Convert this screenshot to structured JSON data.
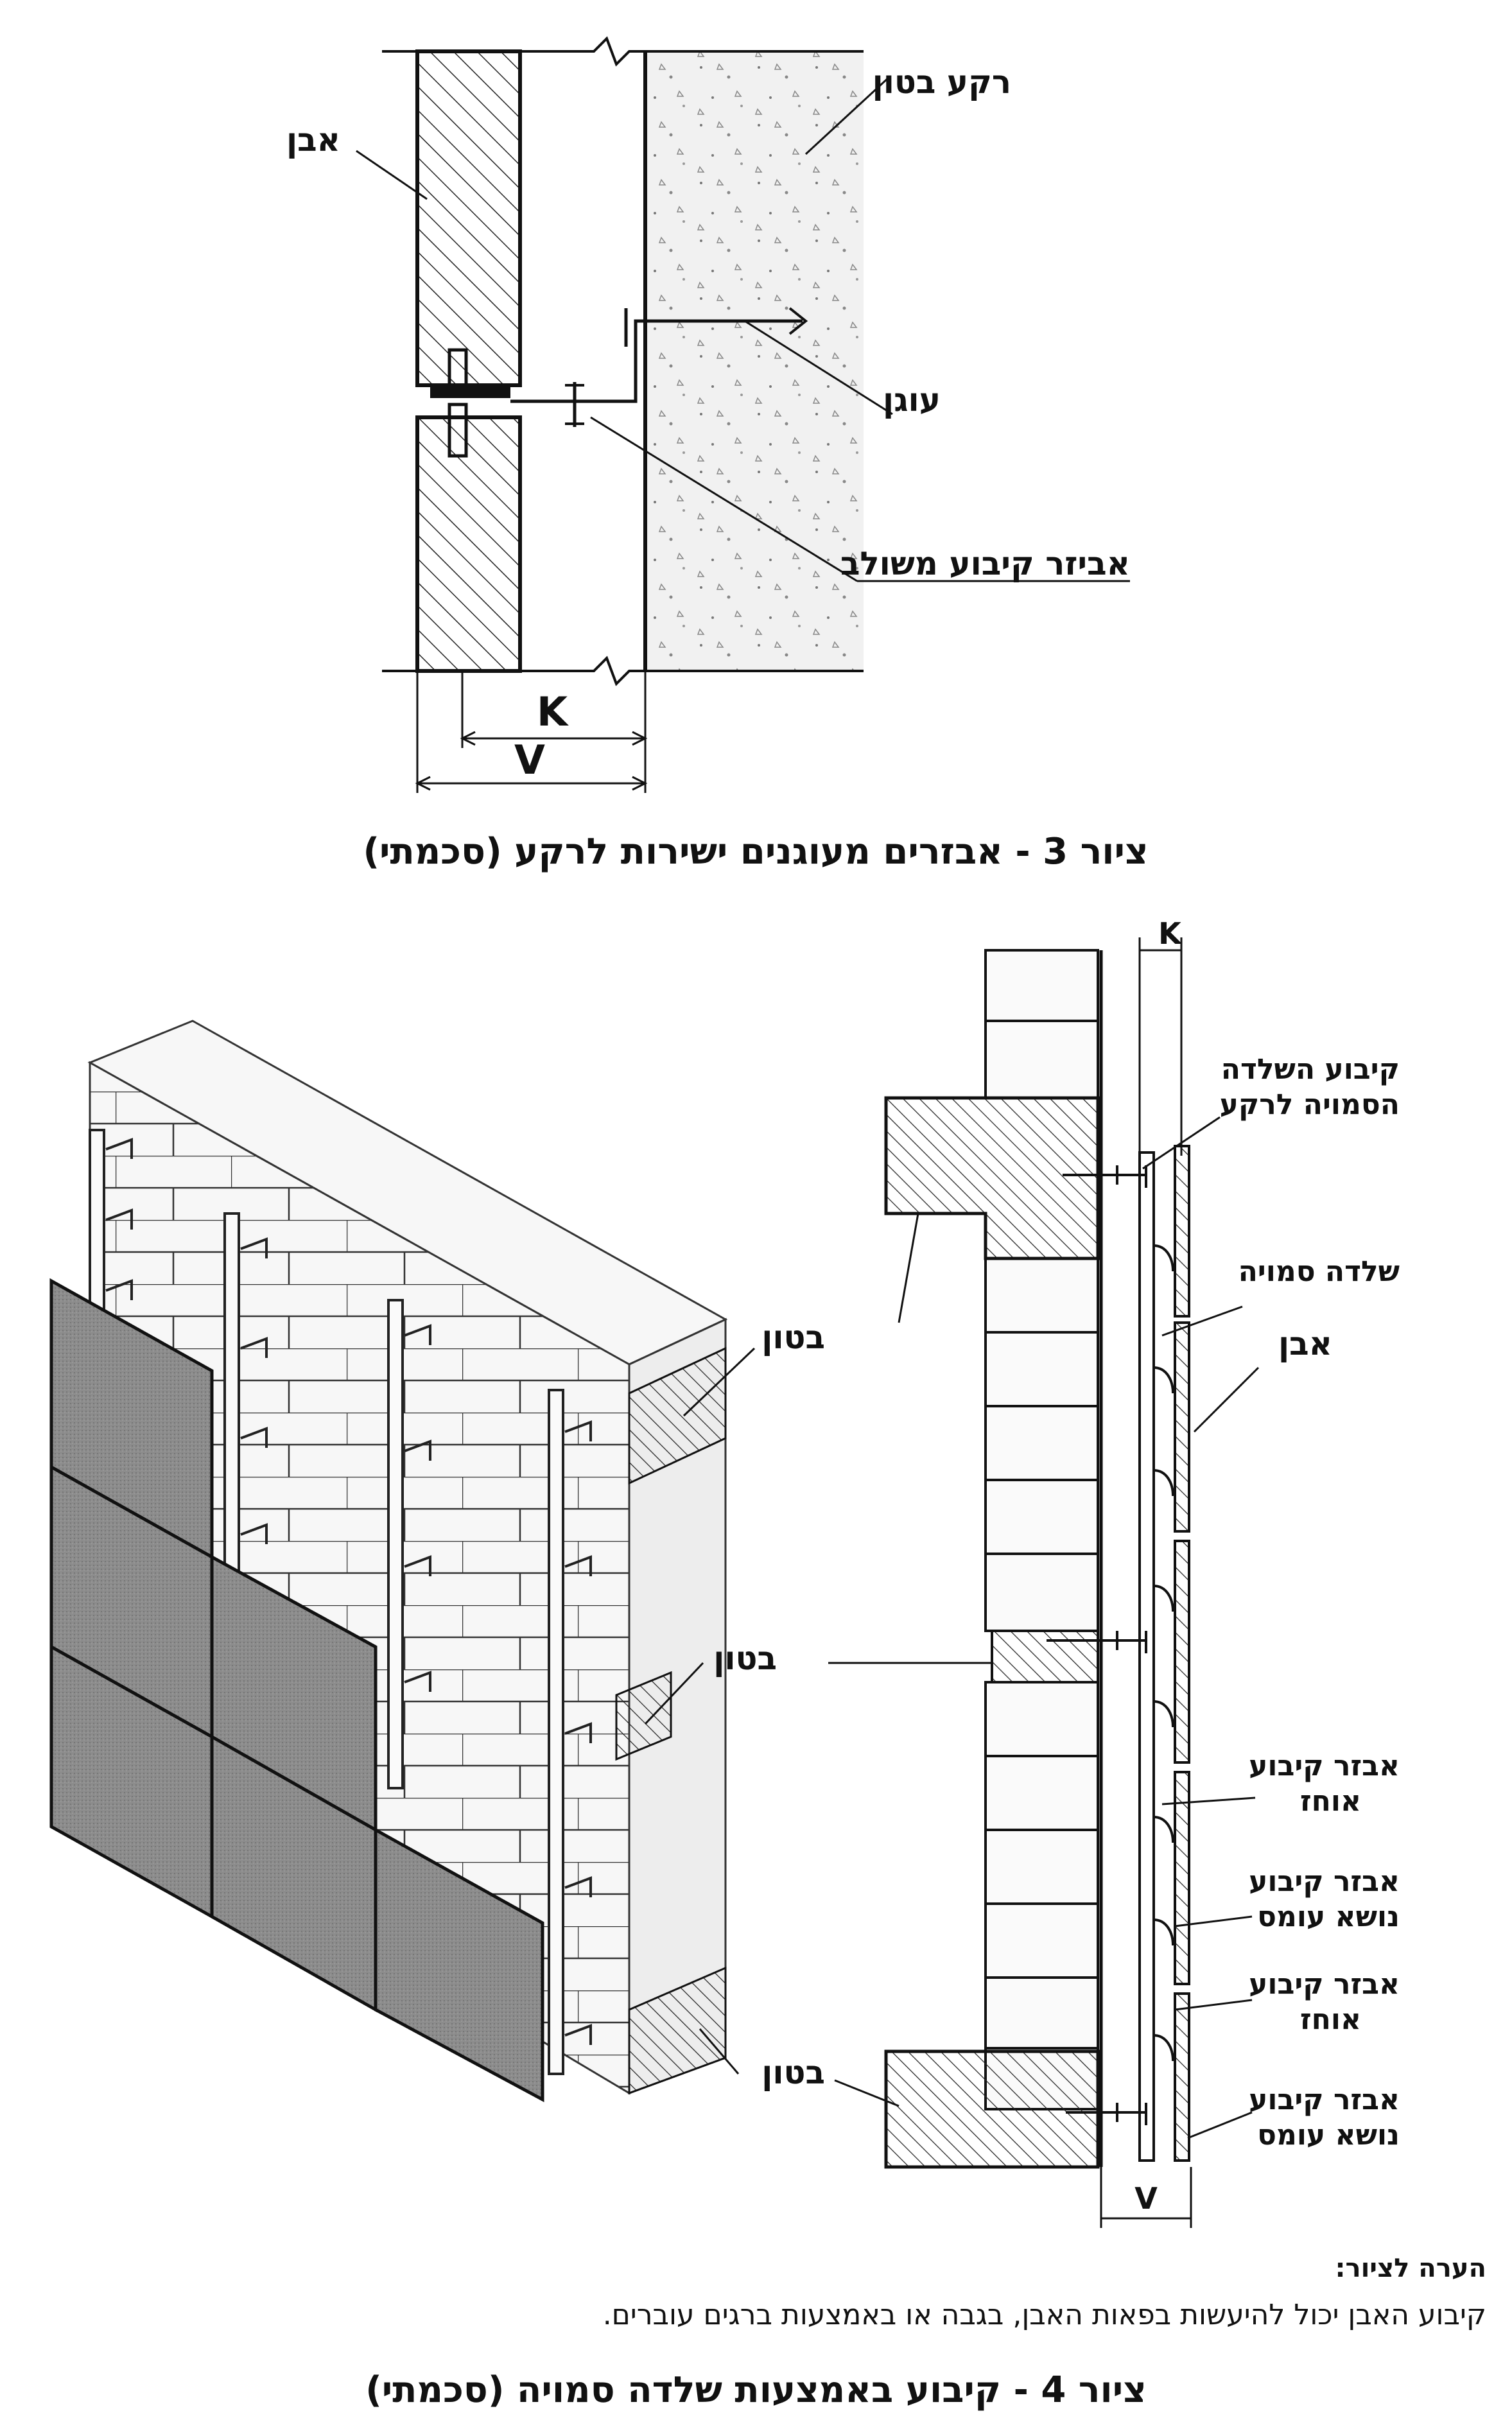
{
  "figure3": {
    "labels": {
      "stone": "אבן",
      "concrete_substrate": "רקע בטון",
      "anchor": "עוגן",
      "combined_fixing": "אביזר קיבוע משולב",
      "dim_k": "K",
      "dim_v": "V"
    },
    "caption": "ציור 3 - אבזרים מעוגנים ישירות לרקע (סכמתי)"
  },
  "figure4": {
    "iso_labels": {
      "concrete_top": "בטון",
      "concrete_middle": "בטון",
      "concrete_bottom": "בטון"
    },
    "section_labels": {
      "dim_k": "K",
      "frame_fixing_line1": "קיבוע השלדה",
      "frame_fixing_line2": "הסמויה לרקע",
      "hidden_frame": "שלדה סמויה",
      "stone": "אבן",
      "holding_fixing_1_line1": "אבזר קיבוע",
      "holding_fixing_1_line2": "אוחז",
      "bearing_fixing_1_line1": "אבזר קיבוע",
      "bearing_fixing_1_line2": "נושא עומס",
      "holding_fixing_2_line1": "אבזר קיבוע",
      "holding_fixing_2_line2": "אוחז",
      "bearing_fixing_2_line1": "אבזר קיבוע",
      "bearing_fixing_2_line2": "נושא עומס",
      "dim_v": "V"
    },
    "note_title": "הערה לציור:",
    "note_text": "קיבוע האבן יכול להיעשות בפאות האבן, בגבה או באמצעות ברגים עוברים.",
    "caption": "ציור 4 - קיבוע באמצעות שלדה סמויה (סכמתי)"
  }
}
